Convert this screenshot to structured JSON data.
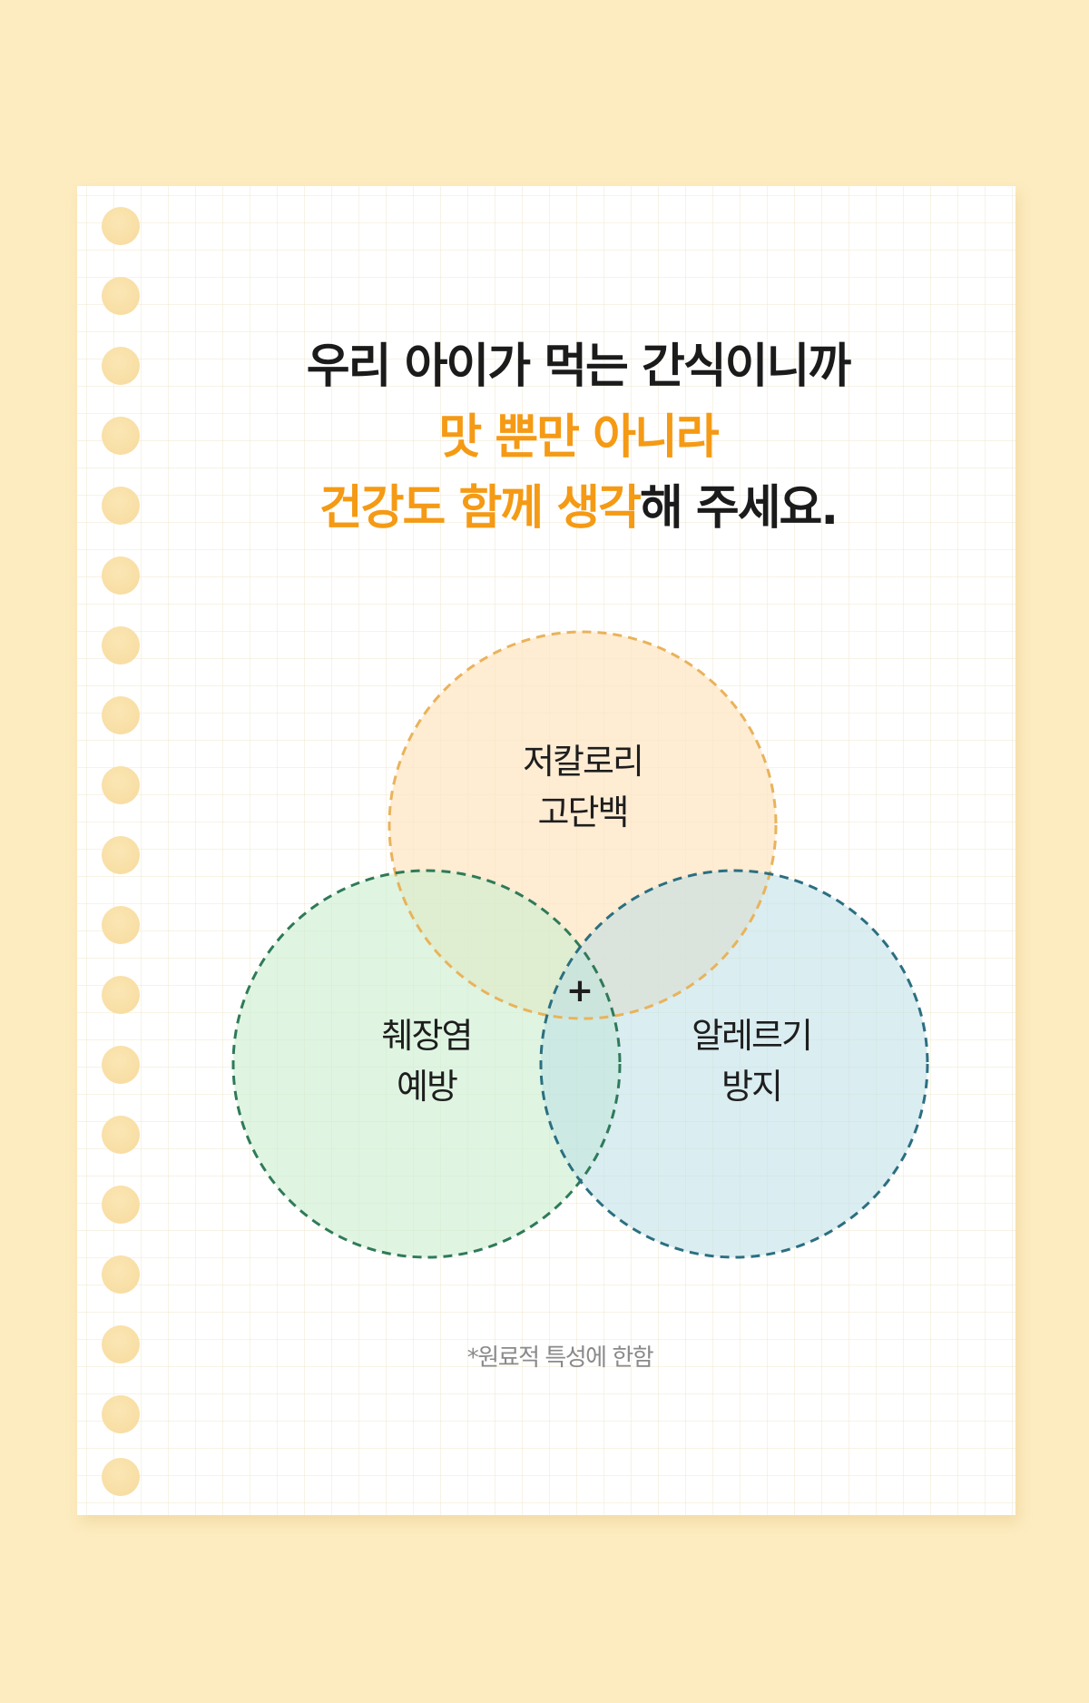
{
  "colors": {
    "background": "#fdecc0",
    "paper": "#ffffff",
    "hole": "#f8dea4",
    "highlight": "#f59a14",
    "text": "#1b1b1b",
    "footnote": "#8a8a8a",
    "circle_top_fill": "#fde6c4",
    "circle_top_stroke": "#e9b35a",
    "circle_left_fill": "#d6f2da",
    "circle_left_stroke": "#2f7a58",
    "circle_right_fill": "#cfe7ec",
    "circle_right_stroke": "#2b6f80"
  },
  "headline": {
    "line1": "우리 아이가 먹는 간식이니까",
    "line2_highlight": "맛 뿐만 아니라",
    "line3_highlight": "건강도 함께 생각",
    "line3_rest": "해 주세요."
  },
  "venn": {
    "center_symbol": "+",
    "circles": [
      {
        "id": "top",
        "line1": "저칼로리",
        "line2": "고단백"
      },
      {
        "id": "left",
        "line1": "췌장염",
        "line2": "예방"
      },
      {
        "id": "right",
        "line1": "알레르기",
        "line2": "방지"
      }
    ]
  },
  "footnote": "*원료적 특성에 한함"
}
